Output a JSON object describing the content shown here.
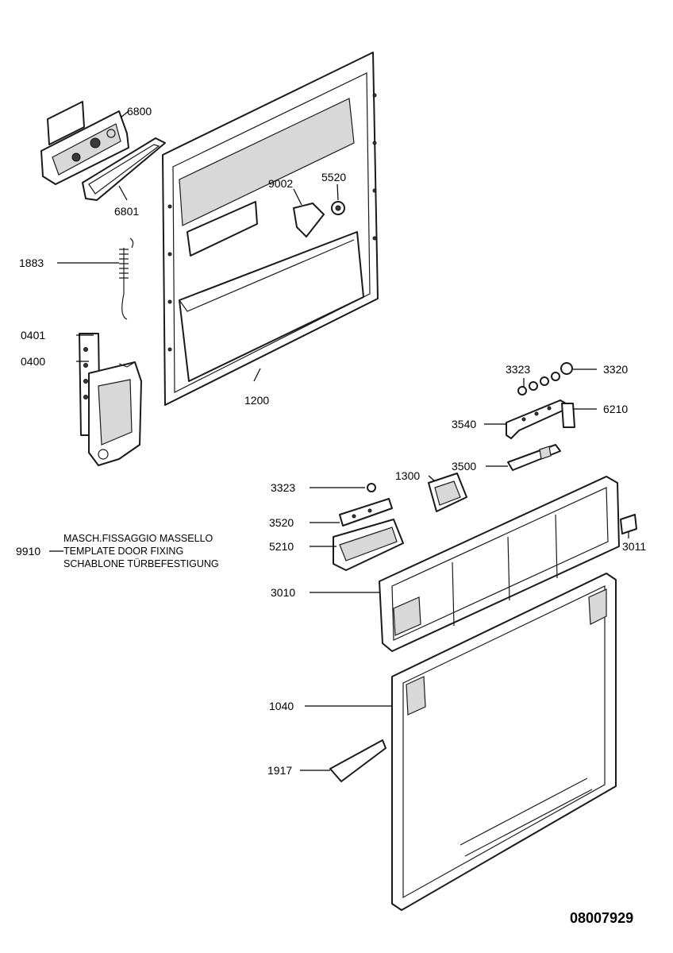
{
  "labels": {
    "p6800": "6800",
    "p6801": "6801",
    "p1883": "1883",
    "p0401": "0401",
    "p0400": "0400",
    "p9002": "9002",
    "p5520": "5520",
    "p1200": "1200",
    "p3323a": "3323",
    "p3320": "3320",
    "p6210": "6210",
    "p3540": "3540",
    "p3500": "3500",
    "p1300": "1300",
    "p3323b": "3323",
    "p3520": "3520",
    "p5210": "5210",
    "p3011": "3011",
    "p3010": "3010",
    "p1040": "1040",
    "p1917": "1917",
    "p9910": "9910"
  },
  "template_note": {
    "line1": "MASCH.FISSAGGIO MASSELLO",
    "line2": "TEMPLATE DOOR FIXING",
    "line3": "SCHABLONE TÜRBEFESTIGUNG"
  },
  "document_number": "08007929"
}
